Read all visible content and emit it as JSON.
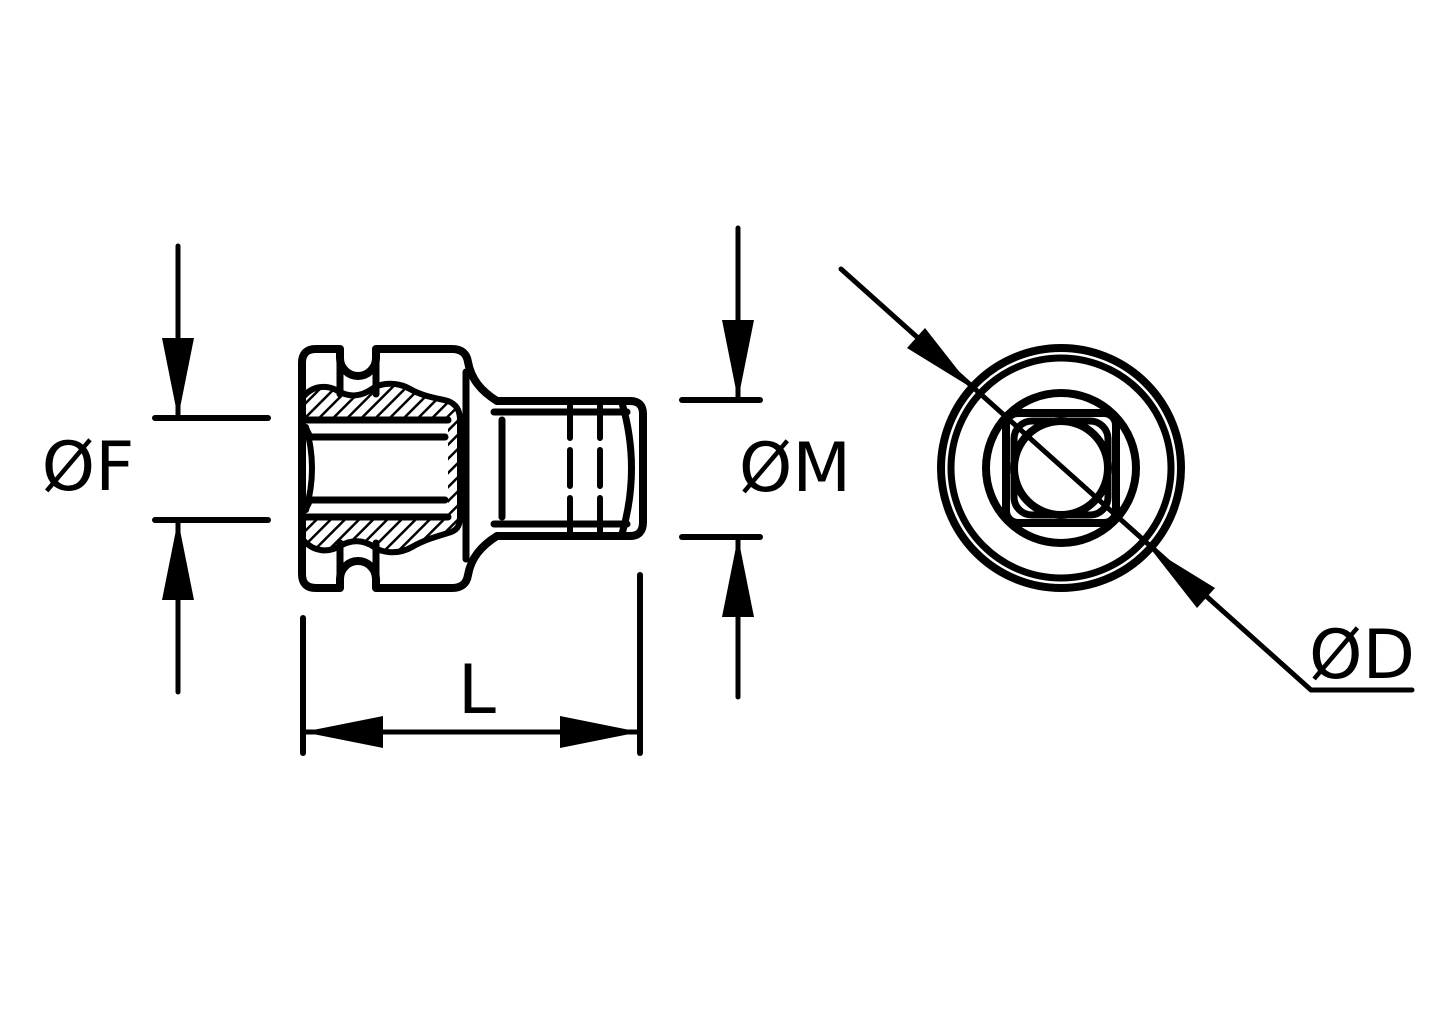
{
  "drawing": {
    "type": "engineering-dimension-drawing",
    "views": {
      "side_section_view": "socket adapter side view with broken-out section and hatching",
      "end_view": "square drive end view with concentric circles"
    },
    "labels": {
      "diameter_f": "ØF",
      "diameter_m": "ØM",
      "length_l": "L",
      "diameter_d": "ØD"
    },
    "colors": {
      "background": "#ffffff",
      "line": "#000000"
    }
  }
}
